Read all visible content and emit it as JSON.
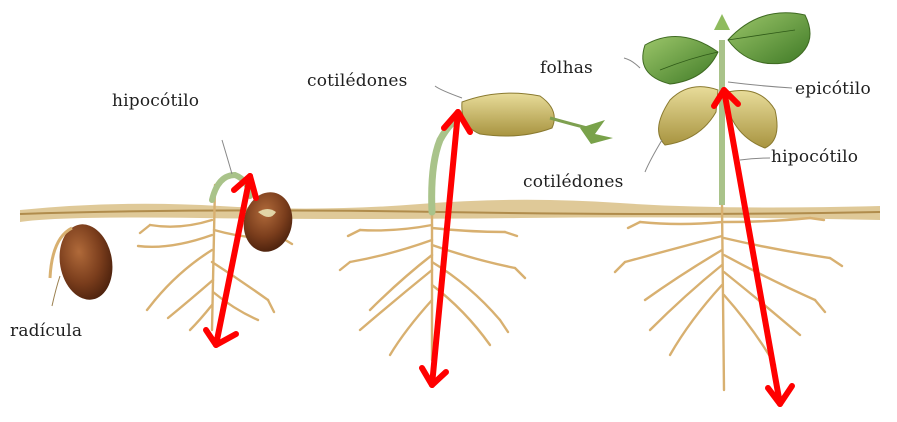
{
  "labels": {
    "hipocotilo_left": "hipocótilo",
    "radicula": "radícula",
    "cotiledones_top": "cotilédones",
    "folhas": "folhas",
    "epicotilo": "epicótilo",
    "hipocotilo_right": "hipocótilo",
    "cotiledones_bottom": "cotilédones"
  },
  "colors": {
    "soil": "#c9a86a",
    "root": "#d8b070",
    "stem": "#a9c38a",
    "seed": "#7a3d1c",
    "cotyledon": "#c6b45a",
    "leaf": "#5f9a3c",
    "arrow": "#ff0000"
  }
}
